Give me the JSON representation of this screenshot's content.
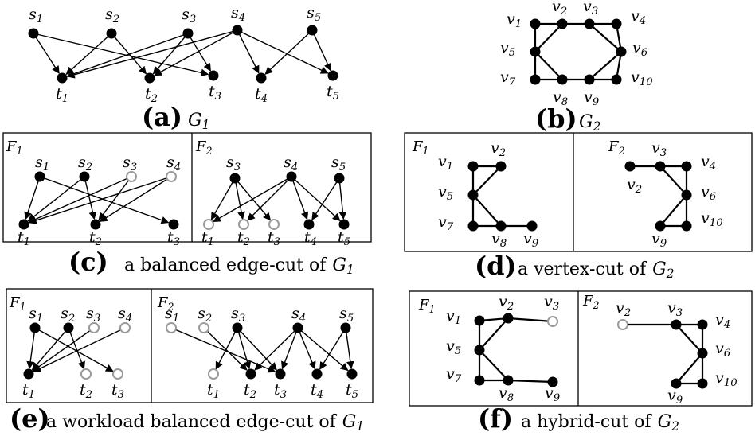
{
  "panels": {
    "a": {
      "caption_letter": "(a)",
      "caption_text": "",
      "caption_graph": "G",
      "caption_graph_sub": "1",
      "nodes": [
        {
          "id": "s1",
          "base": "s",
          "sub": "1",
          "type": "black"
        },
        {
          "id": "s2",
          "base": "s",
          "sub": "2",
          "type": "black"
        },
        {
          "id": "s3",
          "base": "s",
          "sub": "3",
          "type": "black"
        },
        {
          "id": "s4",
          "base": "s",
          "sub": "4",
          "type": "black"
        },
        {
          "id": "s5",
          "base": "s",
          "sub": "5",
          "type": "black"
        },
        {
          "id": "t1",
          "base": "t",
          "sub": "1",
          "type": "black"
        },
        {
          "id": "t2",
          "base": "t",
          "sub": "2",
          "type": "black"
        },
        {
          "id": "t3",
          "base": "t",
          "sub": "3",
          "type": "black"
        },
        {
          "id": "t4",
          "base": "t",
          "sub": "4",
          "type": "black"
        },
        {
          "id": "t5",
          "base": "t",
          "sub": "5",
          "type": "black"
        }
      ],
      "edges": [
        [
          "s1",
          "t1"
        ],
        [
          "s1",
          "t3"
        ],
        [
          "s2",
          "t1"
        ],
        [
          "s2",
          "t2"
        ],
        [
          "s3",
          "t2"
        ],
        [
          "s3",
          "t3"
        ],
        [
          "s3",
          "t1"
        ],
        [
          "s4",
          "t1"
        ],
        [
          "s4",
          "t2"
        ],
        [
          "s4",
          "t4"
        ],
        [
          "s4",
          "t5"
        ],
        [
          "s5",
          "t4"
        ],
        [
          "s5",
          "t5"
        ]
      ]
    },
    "b": {
      "caption_letter": "(b)",
      "caption_text": "",
      "caption_graph": "G",
      "caption_graph_sub": "2",
      "nodes": [
        {
          "id": "v1",
          "base": "v",
          "sub": "1",
          "type": "black"
        },
        {
          "id": "v2",
          "base": "v",
          "sub": "2",
          "type": "black"
        },
        {
          "id": "v3",
          "base": "v",
          "sub": "3",
          "type": "black"
        },
        {
          "id": "v4",
          "base": "v",
          "sub": "4",
          "type": "black"
        },
        {
          "id": "v5",
          "base": "v",
          "sub": "5",
          "type": "black"
        },
        {
          "id": "v6",
          "base": "v",
          "sub": "6",
          "type": "black"
        },
        {
          "id": "v7",
          "base": "v",
          "sub": "7",
          "type": "black"
        },
        {
          "id": "v8",
          "base": "v",
          "sub": "8",
          "type": "black"
        },
        {
          "id": "v9",
          "base": "v",
          "sub": "9",
          "type": "black"
        },
        {
          "id": "v10",
          "base": "v",
          "sub": "10",
          "type": "black"
        }
      ],
      "edges": [
        [
          "v1",
          "v2"
        ],
        [
          "v2",
          "v3"
        ],
        [
          "v3",
          "v4"
        ],
        [
          "v1",
          "v5"
        ],
        [
          "v2",
          "v5"
        ],
        [
          "v4",
          "v6"
        ],
        [
          "v3",
          "v6"
        ],
        [
          "v5",
          "v7"
        ],
        [
          "v5",
          "v8"
        ],
        [
          "v6",
          "v9"
        ],
        [
          "v6",
          "v10"
        ],
        [
          "v7",
          "v8"
        ],
        [
          "v8",
          "v9"
        ],
        [
          "v9",
          "v10"
        ]
      ]
    },
    "c": {
      "caption_letter": "(c)",
      "caption_text": "a balanced edge-cut of",
      "caption_graph": "G",
      "caption_graph_sub": "1",
      "frames": [
        {
          "base": "F",
          "sub": "1"
        },
        {
          "base": "F",
          "sub": "2"
        }
      ],
      "nodes_f1": [
        {
          "id": "s1",
          "base": "s",
          "sub": "1",
          "type": "black"
        },
        {
          "id": "s2",
          "base": "s",
          "sub": "2",
          "type": "black"
        },
        {
          "id": "s3",
          "base": "s",
          "sub": "3",
          "type": "gray"
        },
        {
          "id": "s4",
          "base": "s",
          "sub": "4",
          "type": "gray"
        },
        {
          "id": "t1",
          "base": "t",
          "sub": "1",
          "type": "black"
        },
        {
          "id": "t2",
          "base": "t",
          "sub": "2",
          "type": "black"
        },
        {
          "id": "t3",
          "base": "t",
          "sub": "3",
          "type": "black"
        }
      ],
      "edges_f1": [
        [
          "s1",
          "t1"
        ],
        [
          "s1",
          "t3"
        ],
        [
          "s2",
          "t1"
        ],
        [
          "s2",
          "t2"
        ],
        [
          "s3",
          "t1"
        ],
        [
          "s3",
          "t2"
        ],
        [
          "s4",
          "t1"
        ],
        [
          "s4",
          "t2"
        ]
      ],
      "nodes_f2": [
        {
          "id": "s3",
          "base": "s",
          "sub": "3",
          "type": "black"
        },
        {
          "id": "s4",
          "base": "s",
          "sub": "4",
          "type": "black"
        },
        {
          "id": "s5",
          "base": "s",
          "sub": "5",
          "type": "black"
        },
        {
          "id": "t1",
          "base": "t",
          "sub": "1",
          "type": "gray"
        },
        {
          "id": "t2",
          "base": "t",
          "sub": "2",
          "type": "gray"
        },
        {
          "id": "t3",
          "base": "t",
          "sub": "3",
          "type": "gray"
        },
        {
          "id": "t4",
          "base": "t",
          "sub": "4",
          "type": "black"
        },
        {
          "id": "t5",
          "base": "t",
          "sub": "5",
          "type": "black"
        }
      ],
      "edges_f2": [
        [
          "s3",
          "t1"
        ],
        [
          "s3",
          "t2"
        ],
        [
          "s3",
          "t3"
        ],
        [
          "s4",
          "t1"
        ],
        [
          "s4",
          "t2"
        ],
        [
          "s4",
          "t4"
        ],
        [
          "s4",
          "t5"
        ],
        [
          "s5",
          "t4"
        ],
        [
          "s5",
          "t5"
        ]
      ]
    },
    "d": {
      "caption_letter": "(d)",
      "caption_text": "a vertex-cut of",
      "caption_graph": "G",
      "caption_graph_sub": "2",
      "frames": [
        {
          "base": "F",
          "sub": "1"
        },
        {
          "base": "F",
          "sub": "2"
        }
      ],
      "nodes_f1": [
        {
          "id": "v1",
          "base": "v",
          "sub": "1",
          "type": "black"
        },
        {
          "id": "v2",
          "base": "v",
          "sub": "2",
          "type": "black"
        },
        {
          "id": "v5",
          "base": "v",
          "sub": "5",
          "type": "black"
        },
        {
          "id": "v7",
          "base": "v",
          "sub": "7",
          "type": "black"
        },
        {
          "id": "v8",
          "base": "v",
          "sub": "8",
          "type": "black"
        },
        {
          "id": "v9",
          "base": "v",
          "sub": "9",
          "type": "black"
        }
      ],
      "edges_f1": [
        [
          "v1",
          "v2"
        ],
        [
          "v1",
          "v5"
        ],
        [
          "v2",
          "v5"
        ],
        [
          "v5",
          "v7"
        ],
        [
          "v5",
          "v8"
        ],
        [
          "v7",
          "v8"
        ],
        [
          "v8",
          "v9"
        ]
      ],
      "nodes_f2": [
        {
          "id": "v2",
          "base": "v",
          "sub": "2",
          "type": "black"
        },
        {
          "id": "v3",
          "base": "v",
          "sub": "3",
          "type": "black"
        },
        {
          "id": "v4",
          "base": "v",
          "sub": "4",
          "type": "black"
        },
        {
          "id": "v6",
          "base": "v",
          "sub": "6",
          "type": "black"
        },
        {
          "id": "v9",
          "base": "v",
          "sub": "9",
          "type": "black"
        },
        {
          "id": "v10",
          "base": "v",
          "sub": "10",
          "type": "black"
        }
      ],
      "edges_f2": [
        [
          "v2",
          "v3"
        ],
        [
          "v3",
          "v4"
        ],
        [
          "v3",
          "v6"
        ],
        [
          "v4",
          "v6"
        ],
        [
          "v6",
          "v9"
        ],
        [
          "v6",
          "v10"
        ],
        [
          "v9",
          "v10"
        ]
      ]
    },
    "e": {
      "caption_letter": "(e)",
      "caption_text": "a workload balanced edge-cut of",
      "caption_graph": "G",
      "caption_graph_sub": "1",
      "frames": [
        {
          "base": "F",
          "sub": "1"
        },
        {
          "base": "F",
          "sub": "2"
        }
      ],
      "nodes_f1": [
        {
          "id": "s1",
          "base": "s",
          "sub": "1",
          "type": "black"
        },
        {
          "id": "s2",
          "base": "s",
          "sub": "2",
          "type": "black"
        },
        {
          "id": "s3",
          "base": "s",
          "sub": "3",
          "type": "gray"
        },
        {
          "id": "s4",
          "base": "s",
          "sub": "4",
          "type": "gray"
        },
        {
          "id": "t1",
          "base": "t",
          "sub": "1",
          "type": "black"
        },
        {
          "id": "t2",
          "base": "t",
          "sub": "2",
          "type": "gray"
        },
        {
          "id": "t3",
          "base": "t",
          "sub": "3",
          "type": "gray"
        }
      ],
      "edges_f1": [
        [
          "s1",
          "t1"
        ],
        [
          "s1",
          "t3"
        ],
        [
          "s2",
          "t1"
        ],
        [
          "s2",
          "t2"
        ],
        [
          "s3",
          "t1"
        ],
        [
          "s4",
          "t1"
        ]
      ],
      "nodes_f2": [
        {
          "id": "s1",
          "base": "s",
          "sub": "1",
          "type": "gray"
        },
        {
          "id": "s2",
          "base": "s",
          "sub": "2",
          "type": "gray"
        },
        {
          "id": "s3",
          "base": "s",
          "sub": "3",
          "type": "black"
        },
        {
          "id": "s4",
          "base": "s",
          "sub": "4",
          "type": "black"
        },
        {
          "id": "s5",
          "base": "s",
          "sub": "5",
          "type": "black"
        },
        {
          "id": "t1",
          "base": "t",
          "sub": "1",
          "type": "gray"
        },
        {
          "id": "t2",
          "base": "t",
          "sub": "2",
          "type": "black"
        },
        {
          "id": "t3",
          "base": "t",
          "sub": "3",
          "type": "black"
        },
        {
          "id": "t4",
          "base": "t",
          "sub": "4",
          "type": "black"
        },
        {
          "id": "t5",
          "base": "t",
          "sub": "5",
          "type": "black"
        }
      ],
      "edges_f2": [
        [
          "s1",
          "t3"
        ],
        [
          "s2",
          "t2"
        ],
        [
          "s3",
          "t1"
        ],
        [
          "s3",
          "t2"
        ],
        [
          "s3",
          "t3"
        ],
        [
          "s4",
          "t2"
        ],
        [
          "s4",
          "t3"
        ],
        [
          "s4",
          "t4"
        ],
        [
          "s4",
          "t5"
        ],
        [
          "s5",
          "t4"
        ],
        [
          "s5",
          "t5"
        ]
      ]
    },
    "f": {
      "caption_letter": "(f)",
      "caption_text": "a hybrid-cut of",
      "caption_graph": "G",
      "caption_graph_sub": "2",
      "frames": [
        {
          "base": "F",
          "sub": "1"
        },
        {
          "base": "F",
          "sub": "2"
        }
      ],
      "nodes_f1": [
        {
          "id": "v1",
          "base": "v",
          "sub": "1",
          "type": "black"
        },
        {
          "id": "v2",
          "base": "v",
          "sub": "2",
          "type": "black"
        },
        {
          "id": "v3",
          "base": "v",
          "sub": "3",
          "type": "gray"
        },
        {
          "id": "v5",
          "base": "v",
          "sub": "5",
          "type": "black"
        },
        {
          "id": "v7",
          "base": "v",
          "sub": "7",
          "type": "black"
        },
        {
          "id": "v8",
          "base": "v",
          "sub": "8",
          "type": "black"
        },
        {
          "id": "v9",
          "base": "v",
          "sub": "9",
          "type": "black"
        }
      ],
      "edges_f1": [
        [
          "v1",
          "v2"
        ],
        [
          "v2",
          "v3"
        ],
        [
          "v1",
          "v5"
        ],
        [
          "v2",
          "v5"
        ],
        [
          "v5",
          "v7"
        ],
        [
          "v5",
          "v8"
        ],
        [
          "v7",
          "v8"
        ],
        [
          "v8",
          "v9"
        ]
      ],
      "nodes_f2": [
        {
          "id": "v2",
          "base": "v",
          "sub": "2",
          "type": "gray"
        },
        {
          "id": "v3",
          "base": "v",
          "sub": "3",
          "type": "black"
        },
        {
          "id": "v4",
          "base": "v",
          "sub": "4",
          "type": "black"
        },
        {
          "id": "v6",
          "base": "v",
          "sub": "6",
          "type": "black"
        },
        {
          "id": "v9",
          "base": "v",
          "sub": "9",
          "type": "black"
        },
        {
          "id": "v10",
          "base": "v",
          "sub": "10",
          "type": "black"
        }
      ],
      "edges_f2": [
        [
          "v2",
          "v3"
        ],
        [
          "v3",
          "v4"
        ],
        [
          "v3",
          "v6"
        ],
        [
          "v4",
          "v6"
        ],
        [
          "v6",
          "v9"
        ],
        [
          "v6",
          "v10"
        ],
        [
          "v9",
          "v10"
        ]
      ]
    }
  }
}
